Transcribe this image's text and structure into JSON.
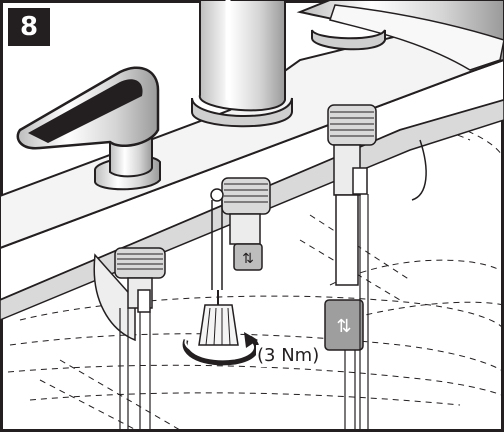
{
  "step": {
    "number": "8"
  },
  "torque": {
    "label": "(3 Nm)"
  },
  "icons": {
    "arrow_tag": "double-arrow-tag",
    "wrench_rotation": "rotation-arrow"
  },
  "colors": {
    "ink": "#231f20",
    "paper": "#ffffff",
    "metal": "#d9d9d9"
  }
}
